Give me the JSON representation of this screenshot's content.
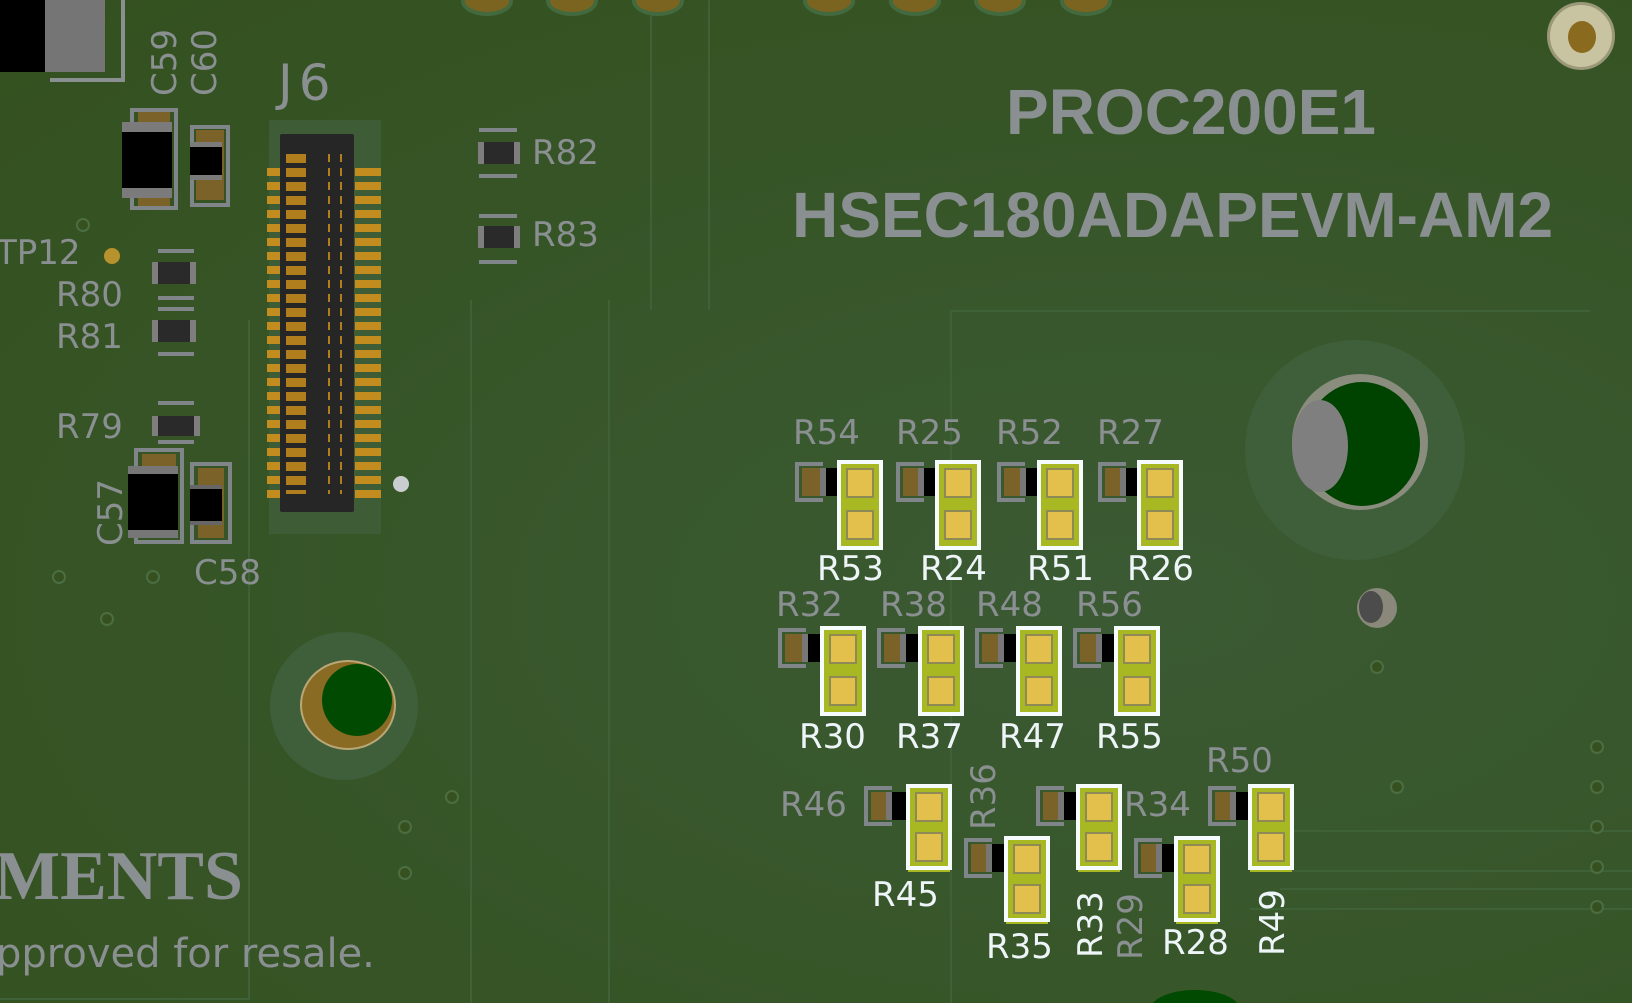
{
  "board": {
    "title_line1": "PROC200E1",
    "title_line2": "HSEC180ADAPEVM-AM2",
    "logo_fragment": "MENTS",
    "disclaimer_fragment": "pproved for resale.",
    "colors": {
      "soldermask": "#36511f",
      "silkscreen_gray": "#8a8f91",
      "silkscreen_white": "#eef5f8",
      "pad_gold": "#e3bf4c",
      "jumper_highlight": "#a8b823"
    }
  },
  "connector": {
    "ref": "J6"
  },
  "components_left": {
    "C59": "C59",
    "C60": "C60",
    "TP12": "TP12",
    "R80": "R80",
    "R81": "R81",
    "R79": "R79",
    "R82": "R82",
    "R83": "R83",
    "C57": "C57",
    "C58": "C58"
  },
  "jumper_grid": {
    "row1_top": [
      "R54",
      "R25",
      "R52",
      "R27"
    ],
    "row1_bottom": [
      "R53",
      "R24",
      "R51",
      "R26"
    ],
    "row2_top": [
      "R32",
      "R38",
      "R48",
      "R56"
    ],
    "row2_bottom": [
      "R30",
      "R37",
      "R47",
      "R55"
    ],
    "row3": {
      "R46": "R46",
      "R45": "R45",
      "R36": "R36",
      "R35": "R35",
      "R33": "R33",
      "R29": "R29",
      "R34": "R34",
      "R28": "R28",
      "R50": "R50",
      "R49": "R49"
    }
  }
}
